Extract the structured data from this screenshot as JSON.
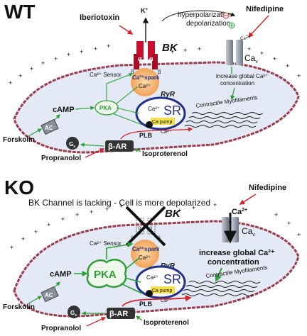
{
  "wt": {
    "panel_label": "WT",
    "iberiotoxin": "Iberiotoxin",
    "nifedipine": "Nifedipine",
    "k_ion": "K",
    "k_sup": "+",
    "hyperpolarization": "hyperpolarization",
    "depolarization": "depolarization",
    "bk": "BK",
    "alpha": "α",
    "beta": "β",
    "ca_v": "Ca",
    "ca_v_sub": "v",
    "ca2plus_sup": "2+",
    "ca_sensor": "Ca²⁺ Sensor",
    "ca_spark": "Ca²⁺spark",
    "ca2": "Ca²⁺",
    "ryr": "RyR",
    "sr": "SR",
    "ca_pump": "Ca pump",
    "increase_ca_line1": "increase global Ca²⁺",
    "increase_ca_line2": "concentration",
    "pka": "PKA",
    "camp": "cAMP",
    "ac": "AC",
    "gs": "G",
    "gs_sub": "s",
    "plb": "PLB",
    "beta_ar": "β-AR",
    "contractile": "Contractile Myofilaments",
    "forskolin": "Forskolin",
    "propranolol": "Propranolol",
    "isoproterenol": "Isoproterenol"
  },
  "ko": {
    "panel_label": "KO",
    "headline": "BK Channel is lacking - Cell is more depolarized",
    "nifedipine": "Nifedipine",
    "bk": "BK",
    "ca_v": "Ca",
    "ca_v_sub": "v",
    "ca2plus": "Ca",
    "ca2plus_sup": "2+",
    "ca_sensor": "Ca²⁺ Sensor",
    "ca_spark": "Ca²⁺spark",
    "ca2": "Ca²⁺",
    "ryr": "RyR",
    "sr": "SR",
    "ca_pump": "Ca pump",
    "increase_ca_line1": "increase global Ca²⁺",
    "increase_ca_line2": "concentration",
    "pka": "PKA",
    "camp": "cAMP",
    "ac": "AC",
    "gs": "G",
    "gs_sub": "s",
    "plb": "PLB",
    "beta_ar": "β-AR",
    "contractile": "Contractile Myofilaments",
    "forskolin": "Forskolin",
    "propranolol": "Propranolol",
    "isoproterenol": "Isoproterenol"
  },
  "colors": {
    "cell_fill": "#e4e9f6",
    "membrane": "#9b3b4e",
    "bk_channel": "#c8102e",
    "green_arrow": "#2e9d3a",
    "red_arrow": "#d2232a",
    "sr": "#22328a",
    "spark": "#f2a35a",
    "ca_pump": "#f4e04d",
    "pka_fill": "#f0f8ec",
    "channel_gray": "#8a8f9d"
  }
}
